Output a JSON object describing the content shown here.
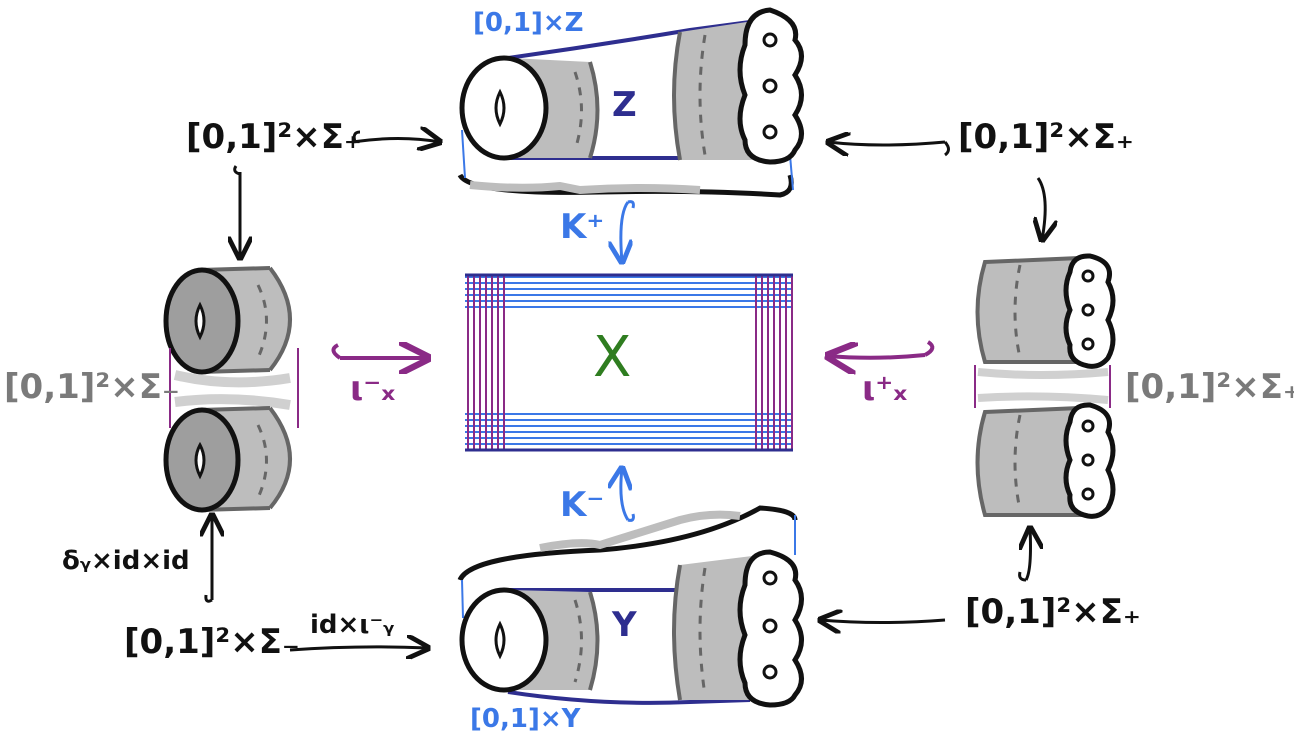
{
  "labels": {
    "top_left": "[0,1]²×Σ₊",
    "top_right": "[0,1]²×Σ₊",
    "right": "[0,1]²×Σ₊",
    "left": "[0,1]²×Σ₋",
    "bottom_left": "[0,1]²×Σ₋",
    "bottom_right": "[0,1]²×Σ₊",
    "top_cobordism_collar": "[0,1]×Z",
    "bottom_cobordism_collar": "[0,1]×Y",
    "Z": "Z",
    "Y": "Y",
    "X": "X",
    "K_plus": "K⁺",
    "K_minus": "K⁻",
    "iota_minus_x": "ι⁻ₓ",
    "iota_plus_x": "ι⁺ₓ",
    "delta_map": "δᵧ×id×id",
    "id_iota_y": "id×ι⁻ᵧ"
  },
  "colors": {
    "black": "#111111",
    "gray": "#7a7a7a",
    "light_blue": "#3b78e7",
    "navy": "#2e2e8f",
    "purple": "#8a2a86",
    "green": "#2f7d20",
    "fill_gray": "#bdbdbd"
  }
}
